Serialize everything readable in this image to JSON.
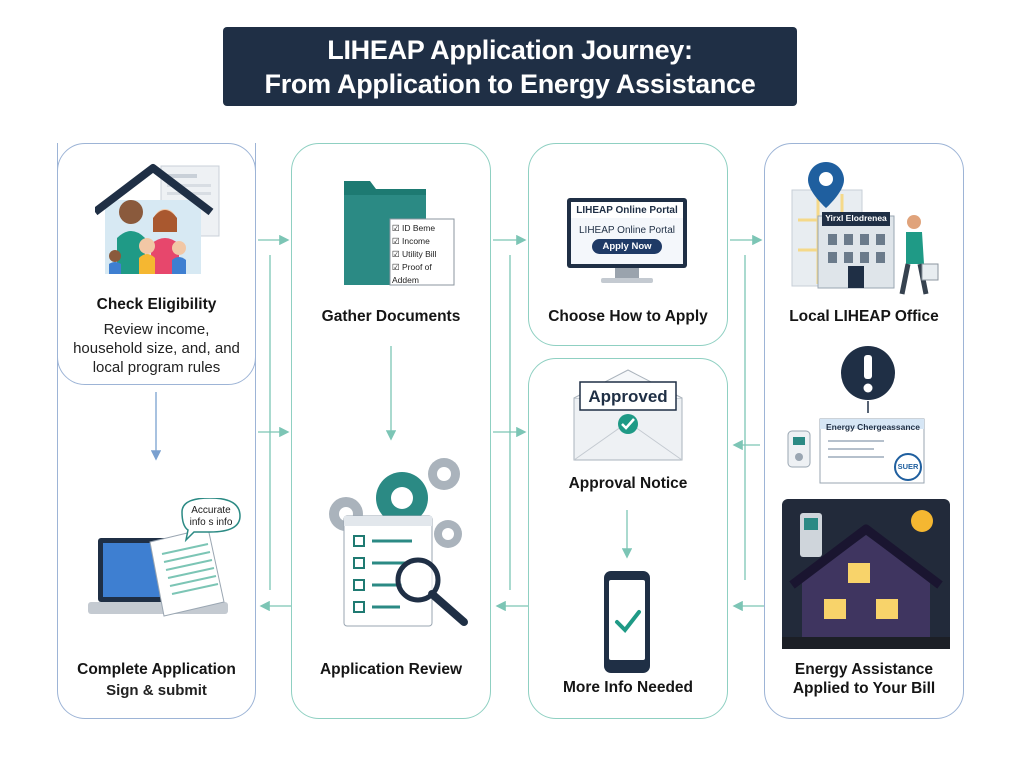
{
  "title": {
    "line1": "LIHEAP Application Journey:",
    "line2": "From Application to Energy Assistance"
  },
  "steps": {
    "check_eligibility": {
      "label": "Check Eligibility",
      "desc1": "Review income,",
      "desc2": "household size, and, and",
      "desc3": "local program rules"
    },
    "gather_documents": {
      "label": "Gather Documents",
      "checklist": [
        "ID Beme",
        "Income",
        "Utility Bill",
        "Proof of Addem"
      ]
    },
    "choose_how": {
      "label": "Choose How to Apply",
      "portal_header": "LIHEAP Online Portal",
      "portal_sub": "LIHEAP Online Portal",
      "apply_button": "Apply Now"
    },
    "local_office": {
      "label": "Local LIHEAP Office",
      "building_sign": "Yirxl Elodrenea"
    },
    "complete_application": {
      "label": "Complete Application",
      "sub": "Sign & submit",
      "bubble1": "Accurate",
      "bubble2": "info s info"
    },
    "application_review": {
      "label": "Application Review"
    },
    "approval_notice": {
      "label": "Approval Notice",
      "badge": "Approved"
    },
    "more_info": {
      "label": "More Info Needed"
    },
    "energy_assistance": {
      "label1": "Energy Assistance",
      "label2": "Applied to Your Bill",
      "doc_title": "Energy Chergeassance",
      "stamp": "SUER"
    }
  },
  "colors": {
    "navy": "#1f2f45",
    "teal": "#2b8a84",
    "green_border": "#8fd0c2",
    "blue_border": "#9db4d6",
    "arrow": "#7cc5b5"
  }
}
